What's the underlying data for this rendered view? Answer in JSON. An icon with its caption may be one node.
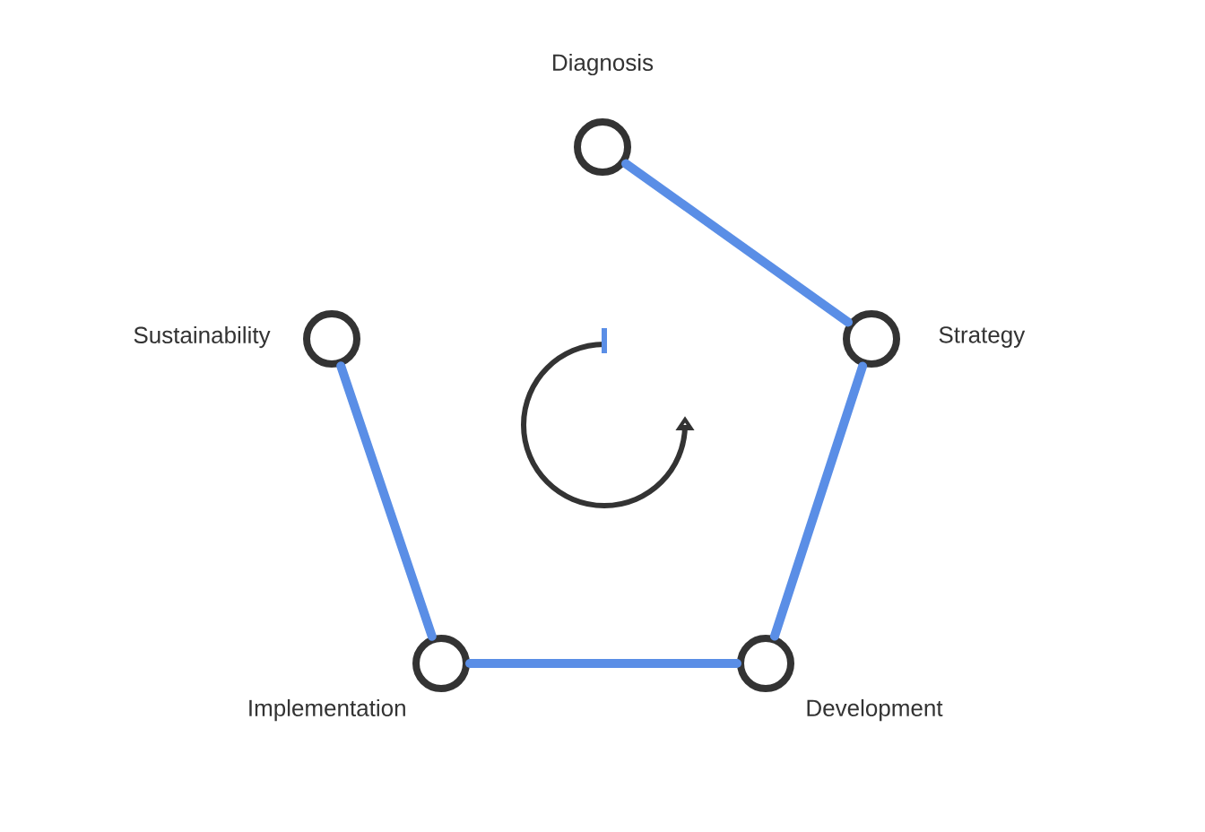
{
  "diagram": {
    "nodes": [
      {
        "text": [
          "Diagnosis"
        ]
      },
      {
        "text": [
          "Strategy"
        ]
      },
      {
        "text": [
          "Development"
        ]
      },
      {
        "text": [
          "Implementation"
        ]
      },
      {
        "text": [
          "Sustainability"
        ]
      }
    ],
    "edges": [
      {
        "from": 0,
        "to": 1,
        "arrow": "none"
      },
      {
        "from": 1,
        "to": 2,
        "arrow": "none"
      },
      {
        "from": 2,
        "to": 3,
        "arrow": "none"
      },
      {
        "from": 3,
        "to": 4,
        "arrow": "none"
      }
    ]
  }
}
